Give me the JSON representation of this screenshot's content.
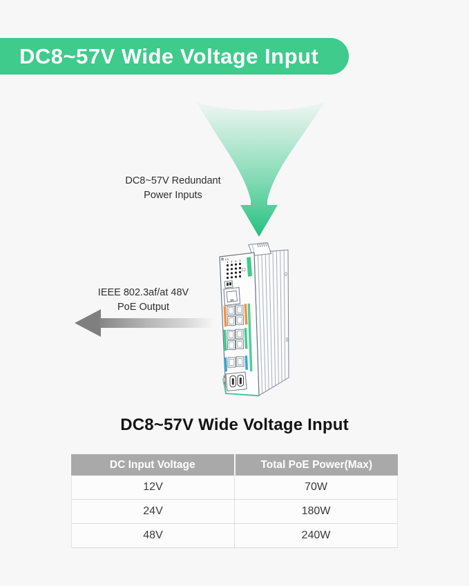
{
  "banner": {
    "title": "DC8~57V Wide Voltage Input"
  },
  "annotations": {
    "power_input": {
      "line1": "DC8~57V Redundant",
      "line2": "Power Inputs"
    },
    "poe_output": {
      "line1": "IEEE 802.3af/at 48V",
      "line2": "PoE Output"
    }
  },
  "section": {
    "heading": "DC8~57V Wide Voltage Input"
  },
  "table": {
    "headers": [
      "DC Input Voltage",
      "Total PoE Power(Max)"
    ],
    "rows": [
      {
        "voltage": "12V",
        "power": "70W"
      },
      {
        "voltage": "24V",
        "power": "180W"
      },
      {
        "voltage": "48V",
        "power": "240W"
      }
    ]
  },
  "icons": {
    "down_arrow": "green-funnel-down-arrow",
    "left_arrow": "gray-left-arrow",
    "device": "industrial-poe-switch-illustration"
  },
  "colors": {
    "accent_green": "#3ecb8c",
    "funnel_green": "#2cc084",
    "arrow_gray": "#858585",
    "table_header_bg": "#a9a9a9",
    "port_orange": "#f2913d",
    "port_blue": "#31a8d8",
    "page_background": "#f7f7f8"
  }
}
